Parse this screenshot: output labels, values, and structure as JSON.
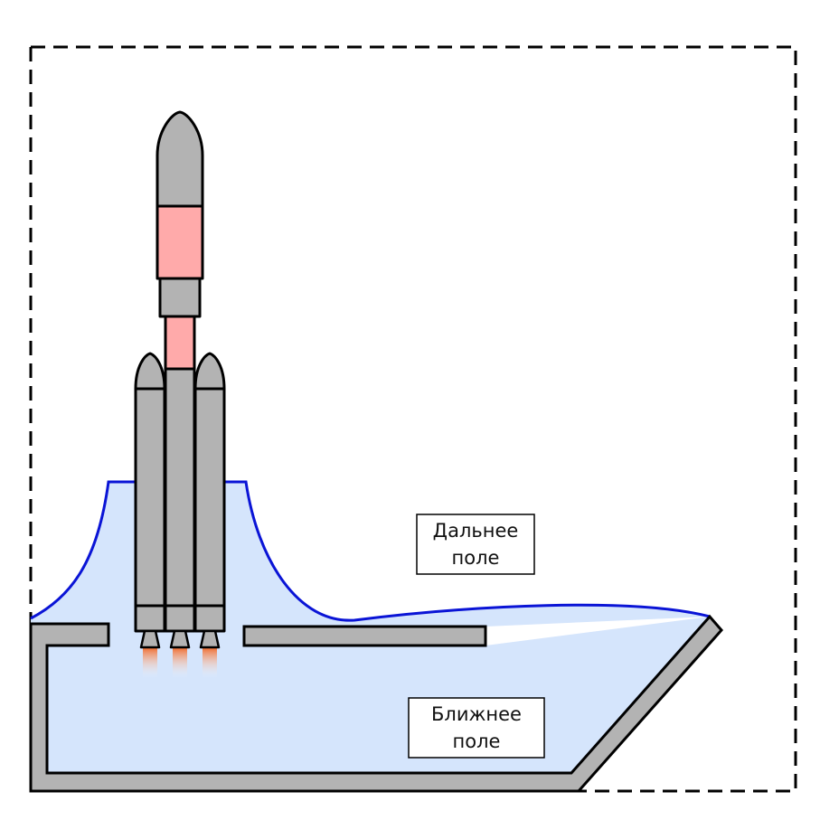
{
  "labels": {
    "far_field_line1": "Дальнее",
    "far_field_line2": "поле",
    "near_field_line1": "Ближнее",
    "near_field_line2": "поле"
  },
  "colors": {
    "field_fill": "#d5e5fc",
    "field_outline": "#0a14d6",
    "structure_gray": "#b3b3b3",
    "payload_pink": "#ffaaaa",
    "exhaust_orange": "#f06a2a",
    "outline": "#000000"
  }
}
